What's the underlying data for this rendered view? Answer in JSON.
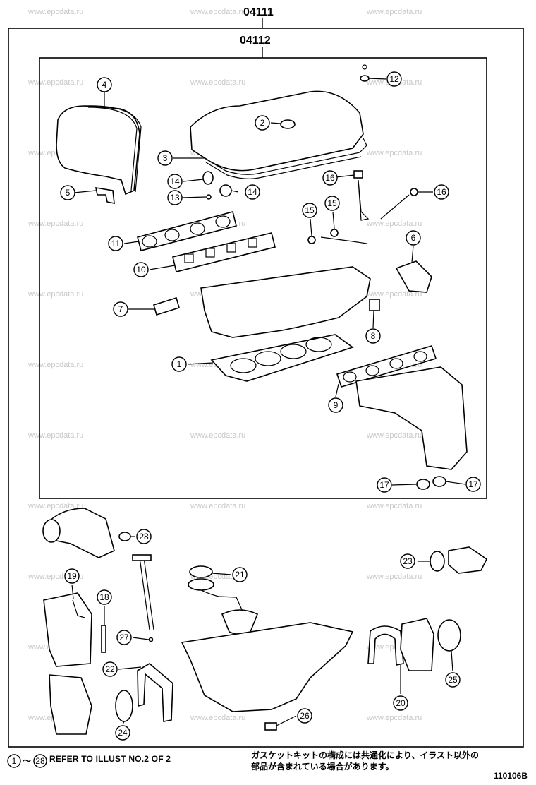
{
  "header": {
    "outer_part_no": "04111",
    "inner_part_no": "04112"
  },
  "watermark": "www.epcdata.ru",
  "callouts": [
    "1",
    "2",
    "3",
    "4",
    "5",
    "6",
    "7",
    "8",
    "9",
    "10",
    "11",
    "12",
    "13",
    "14",
    "14",
    "15",
    "15",
    "16",
    "16",
    "17",
    "17",
    "18",
    "19",
    "20",
    "21",
    "22",
    "23",
    "24",
    "25",
    "26",
    "27",
    "28"
  ],
  "footer": {
    "ref_start": "1",
    "ref_end": "28",
    "ref_sep": "〜",
    "ref_text": "REFER TO ILLUST NO.2 OF 2",
    "jp_line1": "ガスケットキットの構成には共通化により、イラスト以外の",
    "jp_line2": "部品が含まれている場合があります。",
    "illust_code": "110106B"
  },
  "colors": {
    "ink": "#000000",
    "watermark": "#c8c8c8",
    "background": "#ffffff"
  }
}
